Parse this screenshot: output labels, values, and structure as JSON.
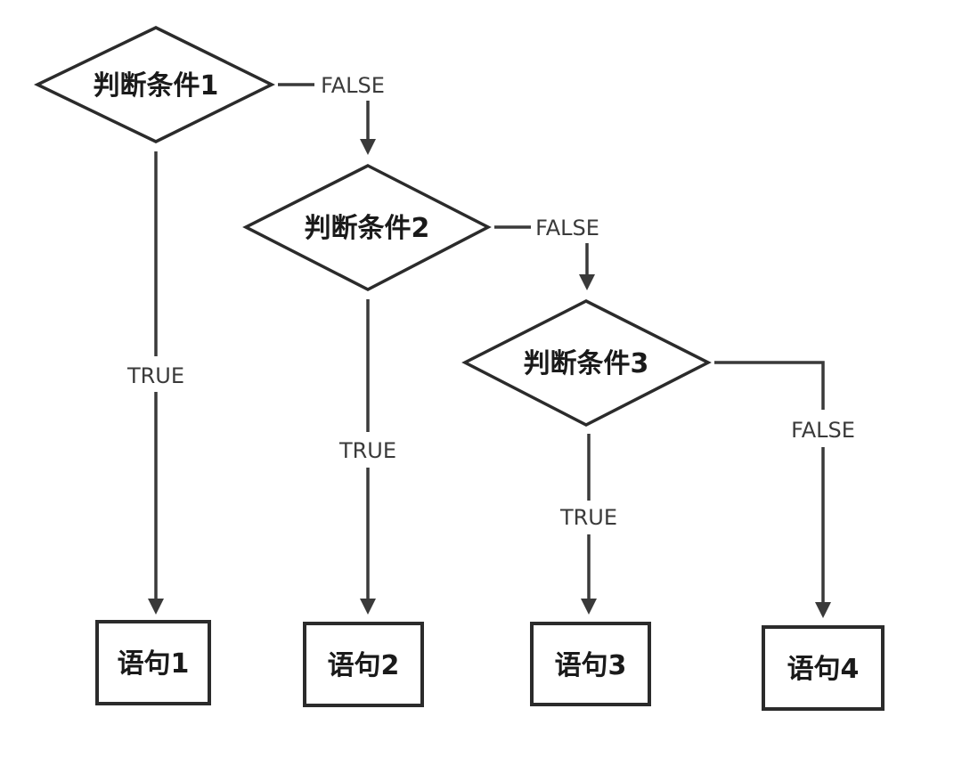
{
  "diagram": {
    "conditions": [
      {
        "label": "判断条件1"
      },
      {
        "label": "判断条件2"
      },
      {
        "label": "判断条件3"
      }
    ],
    "statements": [
      {
        "label": "语句1"
      },
      {
        "label": "语句2"
      },
      {
        "label": "语句3"
      },
      {
        "label": "语句4"
      }
    ],
    "edges": {
      "c1_true": "TRUE",
      "c1_false": "FALSE",
      "c2_true": "TRUE",
      "c2_false": "FALSE",
      "c3_true": "TRUE",
      "c3_false": "FALSE"
    }
  }
}
